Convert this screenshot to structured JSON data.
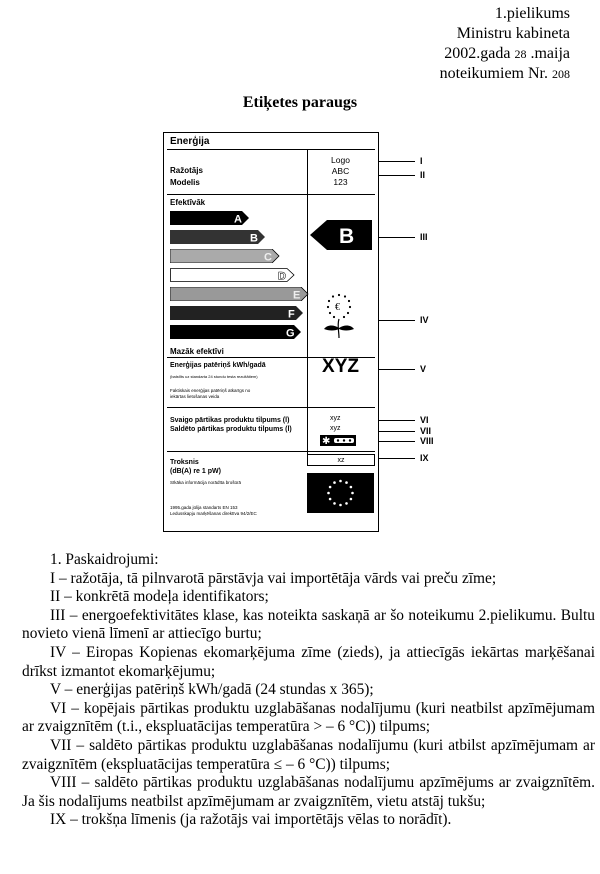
{
  "header": {
    "line1": "1.pielikums",
    "line2": "Ministru kabineta",
    "line3_prefix": "2002.gada",
    "line3_day": "28",
    "line3_suffix": ".maija",
    "line4_prefix": "noteikumiem Nr.",
    "line4_num": "208"
  },
  "title": "Etiķetes paraugs",
  "label": {
    "heading": "Enerģija",
    "manufacturer_label": "Ražotājs",
    "model_label": "Modelis",
    "logo": "Logo",
    "abc": "ABC",
    "num": "123",
    "efficient": "Efektīvāk",
    "less_efficient": "Mazāk efektīvi",
    "classes": [
      "A",
      "B",
      "C",
      "D",
      "E",
      "F",
      "G"
    ],
    "selected_class": "B",
    "consumption_title": "Enerģijas patēriņš kWh/gadā",
    "consumption_note": "(balstīts uz standarta 24 stundu testa rezultātiem)",
    "consumption_note2a": "Faktiskais enerģijas patēriņš atkarīgs no",
    "consumption_note2b": "iekārtas lietošanas veida",
    "consumption_value": "XYZ",
    "fresh_volume": "Svaigo pārtikas produktu tilpums (l)",
    "frozen_volume": "Saldēto pārtikas produktu tilpums (l)",
    "fresh_value": "xyz",
    "frozen_value": "xyz",
    "noise_title": "Troksnis",
    "noise_unit": "(dB(A) re 1 pW)",
    "noise_value": "xz",
    "brochure": "Sīkāka informācija norādīta brošūrā",
    "standard1": "1995.gada jūlija standarts EN 153",
    "standard2": "Ledusskapju marķēšanas direktīva 94/2/EC"
  },
  "callouts": [
    "I",
    "II",
    "III",
    "IV",
    "V",
    "VI",
    "VII",
    "VIII",
    "IX"
  ],
  "explanations": {
    "heading": "1. Paskaidrojumi:",
    "items": [
      "I – ražotāja, tā pilnvarotā pārstāvja vai importētāja vārds vai preču zīme;",
      "II – konkrētā modeļa identifikators;",
      "III – energoefektivitātes klase, kas noteikta saskaņā ar šo noteikumu 2.pielikumu. Bultu novieto vienā līmenī ar attiecīgo burtu;",
      "IV – Eiropas Kopienas ekomarķējuma zīme (zieds), ja attiecīgās iekārtas marķēšanai drīkst izmantot ekomarķējumu;",
      "V – enerģijas patēriņš kWh/gadā (24 stundas x 365);",
      "VI – kopējais pārtikas produktu uzglabāšanas nodalījumu (kuri neatbilst apzīmējumam ar zvaigznītēm (t.i., ekspluatācijas temperatūra > – 6 °C)) tilpums;",
      "VII – saldēto pārtikas produktu uzglabāšanas nodalījumu (kuri atbilst apzīmējumam ar zvaigznītēm (ekspluatācijas temperatūra ≤ – 6 °C)) tilpums;",
      "VIII – saldēto pārtikas produktu uzglabāšanas nodalījumu apzīmējums ar zvaigznītēm. Ja šis nodalījums neatbilst apzīmējumam ar zvaigznītēm, vietu atstāj tukšu;",
      "IX – trokšņa līmenis (ja ražotājs vai importētājs vēlas to norādīt)."
    ]
  }
}
